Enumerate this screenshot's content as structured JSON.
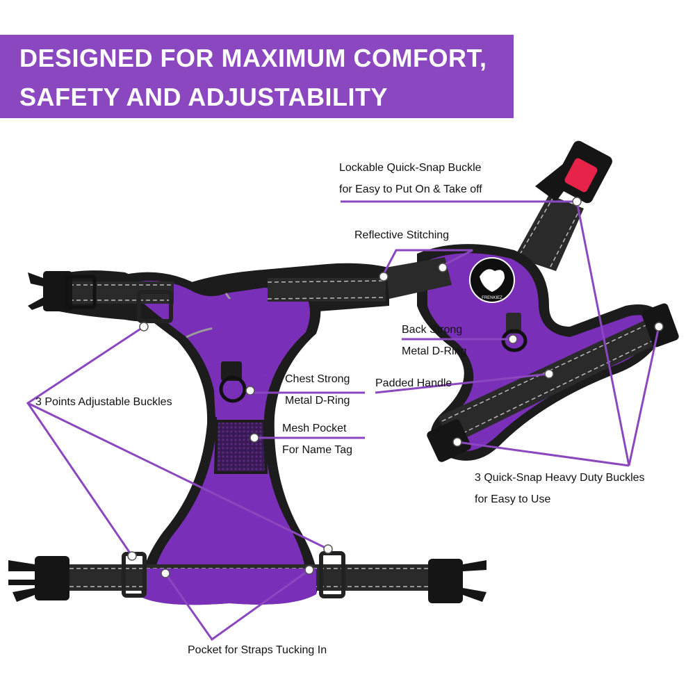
{
  "banner": {
    "line1": "DESIGNED FOR MAXIMUM COMFORT,",
    "line2": "SAFETY AND ADJUSTABILITY"
  },
  "callouts": {
    "lockable_buckle": {
      "line1": "Lockable Quick-Snap Buckle",
      "line2": "for Easy to Put On & Take off"
    },
    "reflective_stitching": {
      "line1": "Reflective Stitching"
    },
    "back_d_ring": {
      "line1": "Back Strong",
      "line2": "Metal D-Ring"
    },
    "chest_d_ring": {
      "line1": "Chest Strong",
      "line2": "Metal D-Ring"
    },
    "padded_handle": {
      "line1": "Padded Handle"
    },
    "mesh_pocket": {
      "line1": "Mesh Pocket",
      "line2": "For Name Tag"
    },
    "adjustable_buckles": {
      "line1": "3 Points Adjustable Buckles"
    },
    "quick_snap_buckles": {
      "line1": "3 Quick-Snap Heavy Duty Buckles",
      "line2": "for Easy to Use"
    },
    "pocket_straps": {
      "line1": "Pocket for Straps Tucking In"
    }
  },
  "logo_text": "FRENKIEZ",
  "colors": {
    "accent_purple": "#8b47c0",
    "harness_purple": "#7a2fb8",
    "trim_black": "#1c1c1c",
    "buckle_red": "#e8234a"
  }
}
